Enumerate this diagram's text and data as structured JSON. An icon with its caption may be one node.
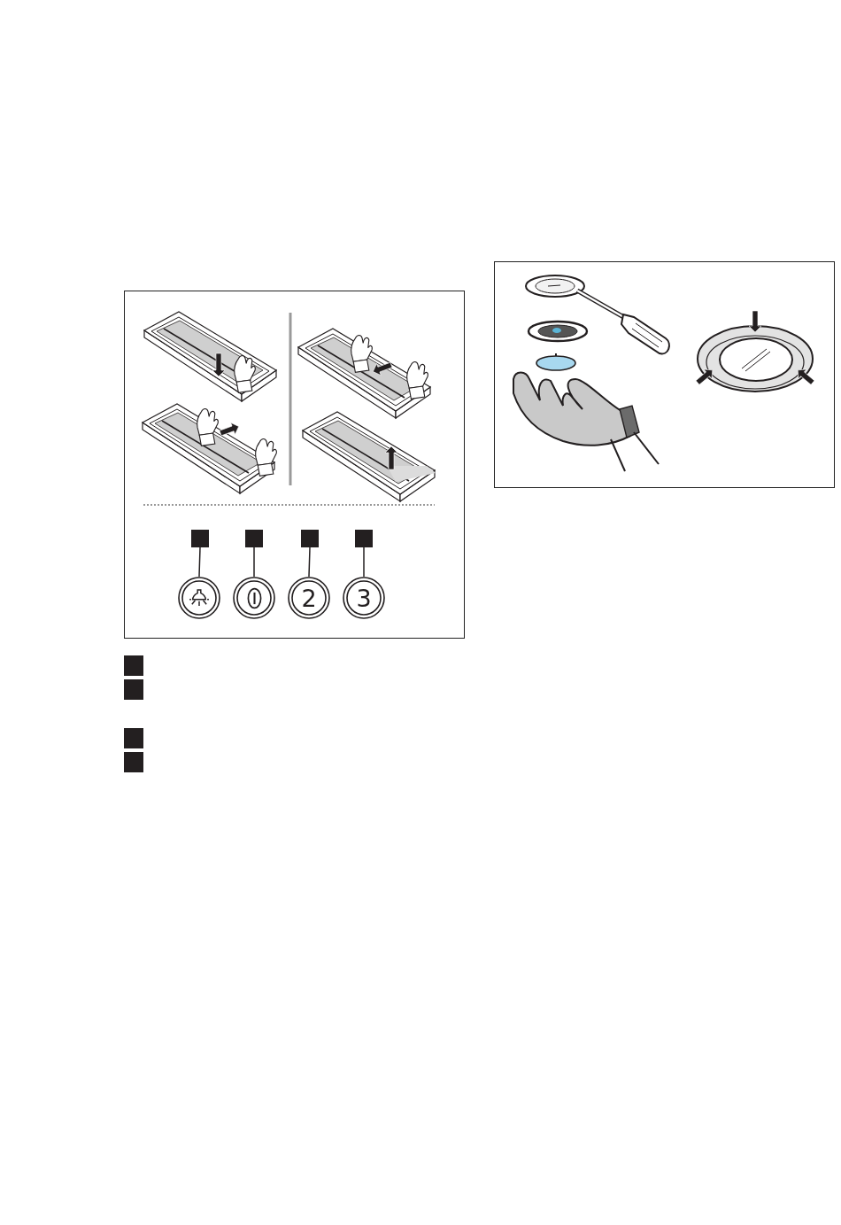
{
  "diagram": {
    "nodes": [
      {
        "text": [],
        "shape": "box"
      },
      {
        "text": [],
        "shape": "box"
      },
      {
        "text": [],
        "shape": "box"
      },
      {
        "text": [],
        "shape": "box"
      },
      {
        "text": [],
        "shape": "circle"
      },
      {
        "text": [],
        "shape": "circle"
      },
      {
        "text": [
          "2"
        ]
      },
      {
        "text": [
          "3"
        ]
      }
    ],
    "edges": [
      {
        "from": 0,
        "to": 4,
        "arrow": "none"
      },
      {
        "from": 1,
        "to": 5,
        "arrow": "none"
      },
      {
        "from": 2,
        "to": 6,
        "arrow": "none"
      },
      {
        "from": 3,
        "to": 7,
        "arrow": "none"
      }
    ]
  }
}
